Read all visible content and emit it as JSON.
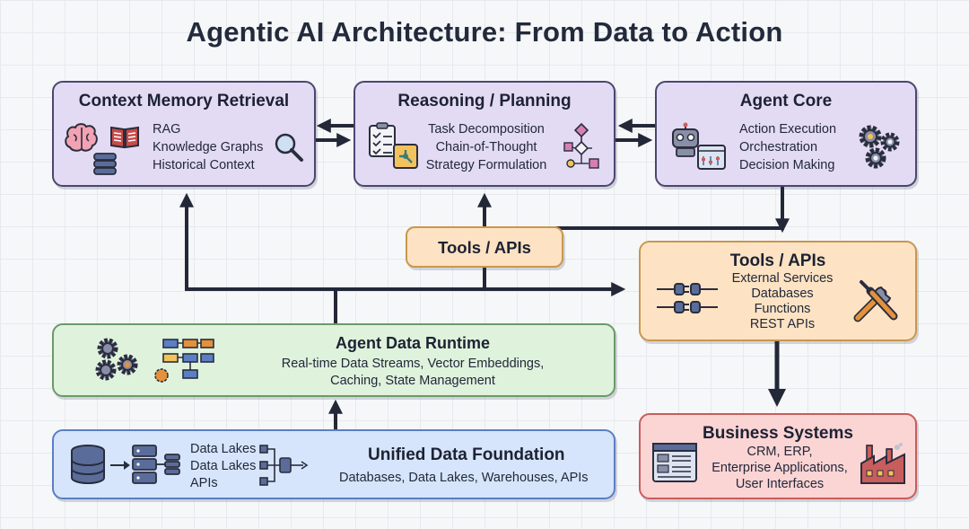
{
  "title": "Agentic AI Architecture: From Data to Action",
  "context_memory": {
    "title": "Context Memory Retrieval",
    "items": [
      "RAG",
      "Knowledge Graphs",
      "Historical Context"
    ]
  },
  "reasoning": {
    "title": "Reasoning / Planning",
    "items": [
      "Task Decomposition",
      "Chain-of-Thought",
      "Strategy Formulation"
    ]
  },
  "agent_core": {
    "title": "Agent Core",
    "items": [
      "Action Execution",
      "Orchestration",
      "Decision Making"
    ]
  },
  "tools_label": {
    "title": "Tools / APIs"
  },
  "tools": {
    "title": "Tools / APIs",
    "items": [
      "External Services",
      "Databases",
      "Functions",
      "REST APIs"
    ]
  },
  "runtime": {
    "title": "Agent Data Runtime",
    "lines": [
      "Real-time Data Streams, Vector Embeddings,",
      "Caching, State Management"
    ]
  },
  "foundation": {
    "title": "Unified Data Foundation",
    "subtitle": "Databases, Data Lakes, Warehouses, APIs",
    "sources": [
      "Data Lakes",
      "Data Lakes",
      "APIs"
    ]
  },
  "business": {
    "title": "Business Systems",
    "items": [
      "CRM, ERP,",
      "Enterprise Applications,",
      "User Interfaces"
    ]
  },
  "colors": {
    "purple": "#e3dbf3",
    "orange": "#fde3c3",
    "green": "#dff2dc",
    "blue": "#d6e5fb",
    "red": "#fbd4d4",
    "arrow": "#232838"
  },
  "icons": [
    "brain-icon",
    "book-icon",
    "database-icon",
    "magnifier-icon",
    "checklist-icon",
    "puzzle-icon",
    "flowchart-icon",
    "robot-icon",
    "dashboard-icon",
    "gears-icon",
    "plug-icon",
    "wrench-screwdriver-icon",
    "server-icon",
    "browser-window-icon",
    "factory-icon"
  ]
}
